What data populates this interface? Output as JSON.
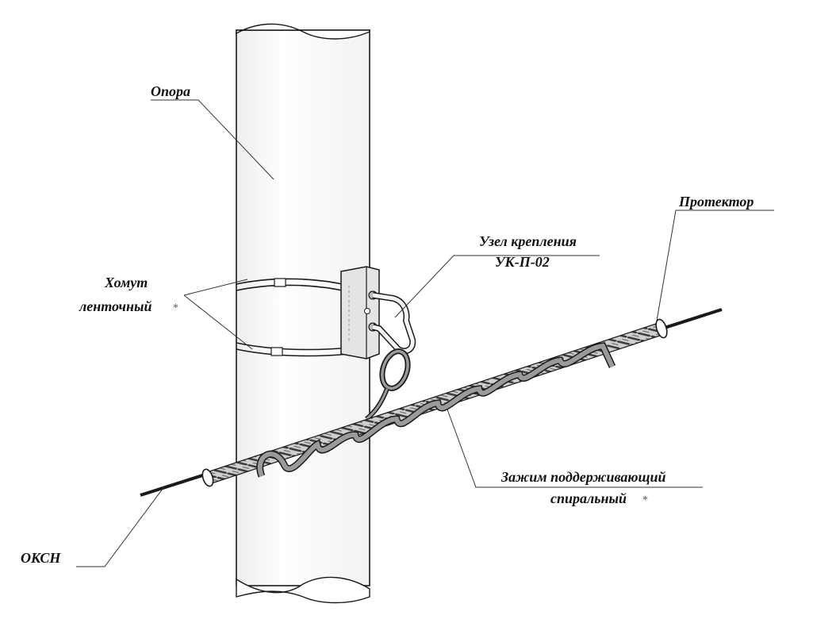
{
  "labels": {
    "pole": "Опора",
    "protector": "Протектор",
    "mount_line1": "Узел крепления",
    "mount_line2": "УК-П-02",
    "band_line1": "Хомут",
    "band_line2": "ленточный",
    "clamp_line1": "Зажим поддерживающий",
    "clamp_line2": "спиральный",
    "cable": "ОКСН"
  },
  "colors": {
    "line": "#1a1a1a",
    "leader": "#333333",
    "pole_fill": "#ffffff",
    "cable": "#1a1a1a",
    "rod_dark": "#3a3a3a",
    "rod_light": "#d8d8d8",
    "helix": "#9a9a9a"
  },
  "icons": [
    "asterisk-mark-icon",
    "asterisk-mark-icon"
  ]
}
